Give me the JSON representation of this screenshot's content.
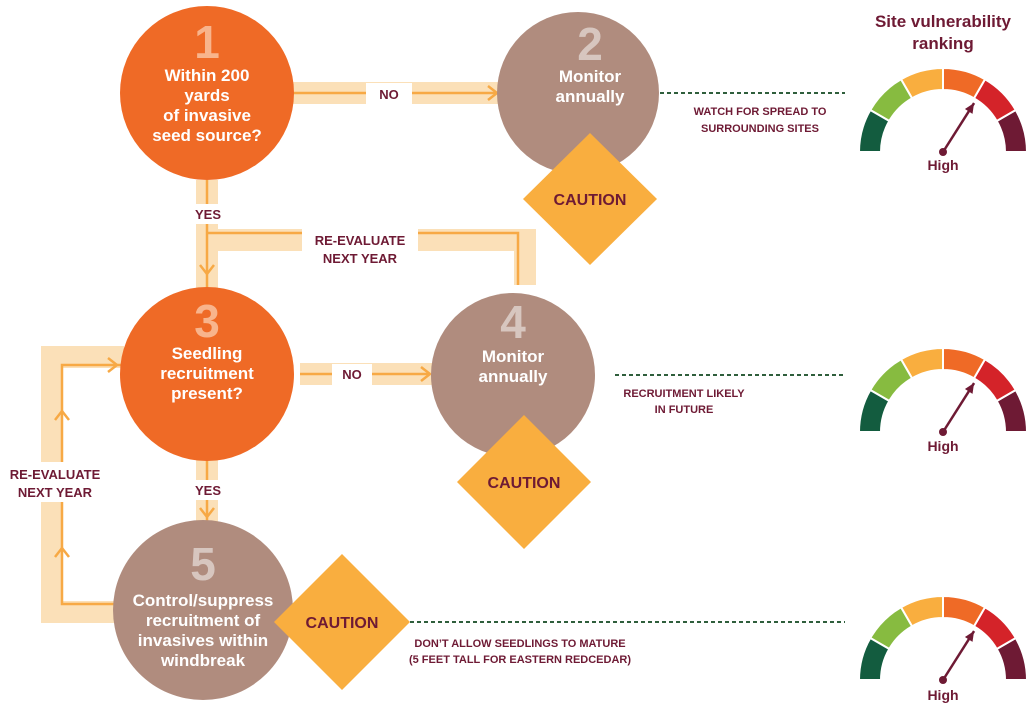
{
  "colors": {
    "orange_node": "#ef6a26",
    "brown_node": "#b08c7e",
    "number_light_orange": "#f8b48c",
    "number_light_brown": "#d7c6bf",
    "diamond": "#f9ae3f",
    "path_band": "#fbe0b8",
    "path_arrow": "#f7a945",
    "label_maroon": "#6e1a34",
    "dash_green": "#2f5f3c",
    "gauge": [
      "#135c3f",
      "#87bb40",
      "#f9ae3f",
      "#ef6a26",
      "#d42329",
      "#6e1a34"
    ],
    "needle": "#6e1a34"
  },
  "title": {
    "line1": "Site vulnerability",
    "line2": "ranking"
  },
  "nodes": [
    {
      "number": "1",
      "lines": [
        "Within 200",
        "yards",
        "of invasive",
        "seed source?"
      ],
      "kind": "question"
    },
    {
      "number": "2",
      "lines": [
        "Monitor",
        "annually"
      ],
      "kind": "action"
    },
    {
      "number": "3",
      "lines": [
        "Seedling",
        "recruitment",
        "present?"
      ],
      "kind": "question"
    },
    {
      "number": "4",
      "lines": [
        "Monitor",
        "annually"
      ],
      "kind": "action"
    },
    {
      "number": "5",
      "lines": [
        "Control/suppress",
        "recruitment of",
        "invasives within",
        "windbreak"
      ],
      "kind": "action"
    }
  ],
  "cautions": [
    "CAUTION",
    "CAUTION",
    "CAUTION"
  ],
  "edges": {
    "no1": "NO",
    "yes1": "YES",
    "no2": "NO",
    "yes2": "YES",
    "reeval1": [
      "RE-EVALUATE",
      "NEXT YEAR"
    ],
    "reeval2": [
      "RE-EVALUATE",
      "NEXT YEAR"
    ]
  },
  "notes": [
    [
      "WATCH FOR SPREAD TO",
      "SURROUNDING SITES"
    ],
    [
      "RECRUITMENT LIKELY",
      "IN FUTURE"
    ],
    [
      "DON’T ALLOW SEEDLINGS TO MATURE",
      "(5 FEET TALL FOR EASTERN REDCEDAR)"
    ]
  ],
  "gauges": [
    {
      "label": "High",
      "level": 0.68
    },
    {
      "label": "High",
      "level": 0.68
    },
    {
      "label": "High",
      "level": 0.68
    }
  ]
}
